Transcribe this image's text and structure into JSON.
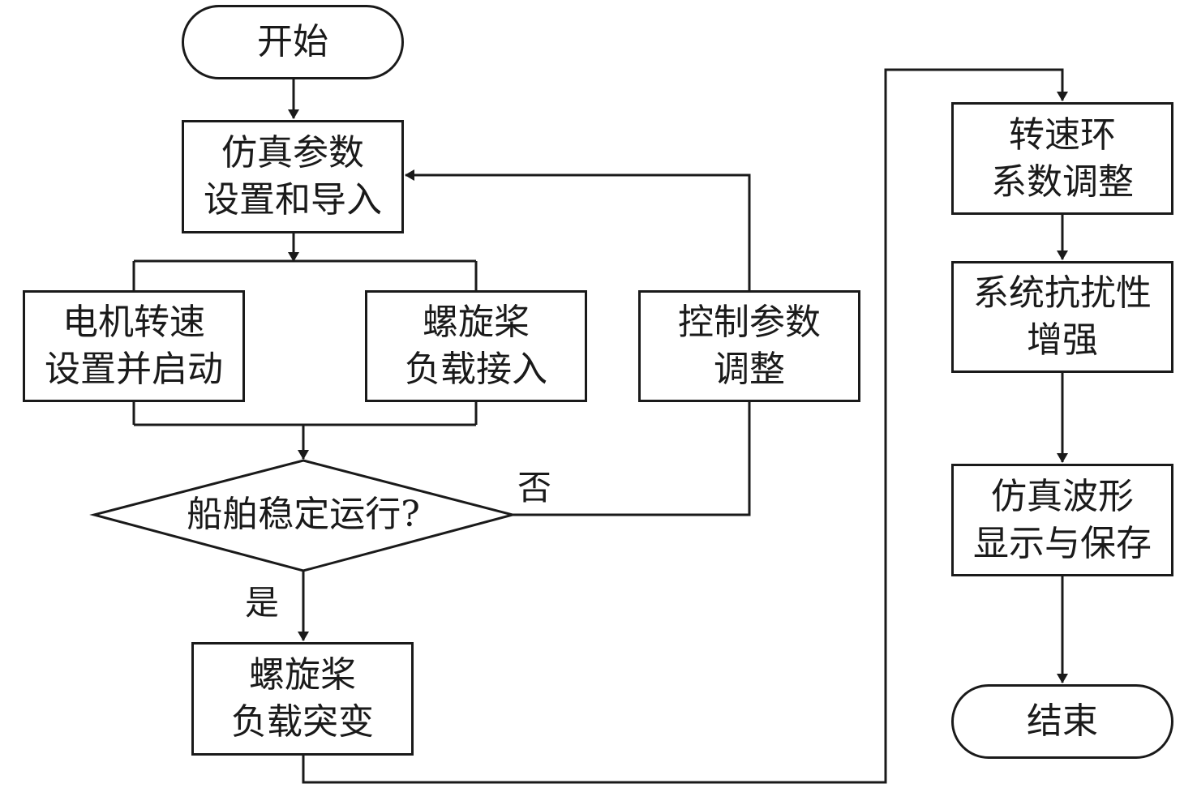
{
  "nodes": {
    "start": "开始",
    "sim_params": "仿真参数\n设置和导入",
    "motor": "电机转速\n设置并启动",
    "prop_load": "螺旋桨\n负载接入",
    "ctrl_adjust": "控制参数\n调整",
    "decision": "船舶稳定运行?",
    "prop_change": "螺旋桨\n负载突变",
    "speed_loop": "转速环\n系数调整",
    "anti_dist": "系统抗扰性\n增强",
    "waveform": "仿真波形\n显示与保存",
    "end": "结束"
  },
  "edge_labels": {
    "no": "否",
    "yes": "是"
  }
}
